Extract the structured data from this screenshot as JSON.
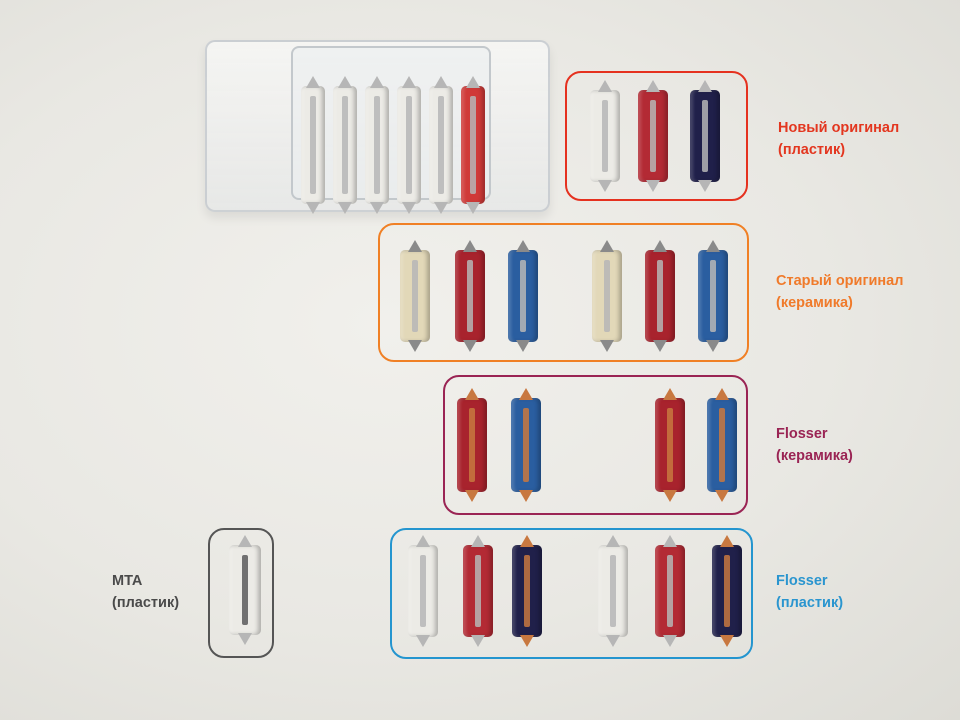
{
  "photo": {
    "subject": "Car fuses on a white surface"
  },
  "colors": {
    "red": "#e5311f",
    "orange": "#f08025",
    "purple": "#9a2454",
    "blue": "#2495cf",
    "gray": "#555555",
    "label_red": "#e3361f",
    "label_orange": "#f07a2a",
    "label_purple": "#9a2454",
    "label_blue": "#2a95cf",
    "label_gray": "#4a4a4a"
  },
  "groups": {
    "new_original": {
      "line1": "Новый оригинал",
      "line2": "(пластик)"
    },
    "old_original": {
      "line1": "Старый оригинал",
      "line2": "(керамика)"
    },
    "flosser_ceramic": {
      "line1": "Flosser",
      "line2": "(керамика)"
    },
    "flosser_plastic": {
      "line1": "Flosser",
      "line2": "(пластик)"
    },
    "mta": {
      "line1": "MTA",
      "line2": "(пластик)"
    }
  },
  "fuse_colors": {
    "white": "#ecebe6",
    "red": "#a8232d",
    "darkblue": "#20204a",
    "beige": "#e2d8b8",
    "blue": "#2a5ea0",
    "silver": "#b6b6b6",
    "copper": "#c87840"
  }
}
